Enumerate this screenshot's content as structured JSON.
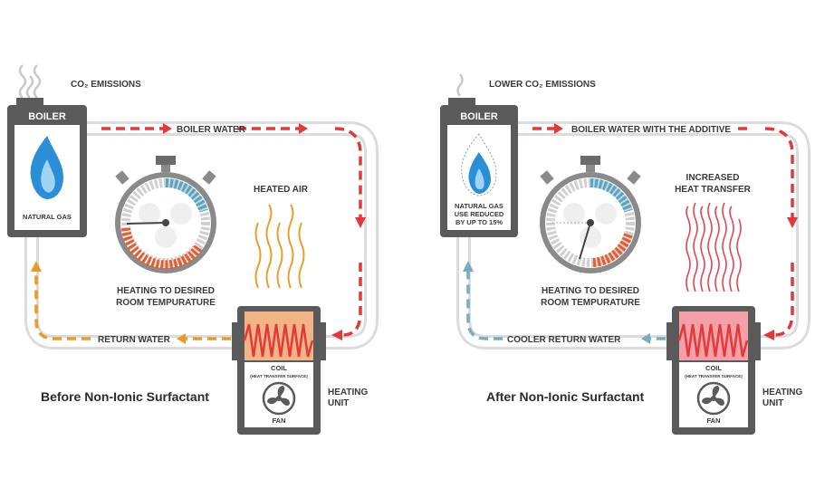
{
  "panels": [
    {
      "emissions": "CO₂ EMISSIONS",
      "boiler": "BOILER",
      "fuel": [
        "NATURAL GAS"
      ],
      "flow": "BOILER WATER",
      "air": [
        "HEATED AIR"
      ],
      "gauge_caption": [
        "HEATING TO DESIRED",
        "ROOM TEMPURATURE"
      ],
      "return": "RETURN WATER",
      "coil": "COIL",
      "coil_sub": "(HEAT TRANSFER SURFACE)",
      "fan": "FAN",
      "unit": [
        "HEATING",
        "UNIT"
      ],
      "title": "Before Non-Ionic Surfactant"
    },
    {
      "emissions": "LOWER CO₂ EMISSIONS",
      "boiler": "BOILER",
      "fuel": [
        "NATURAL GAS",
        "USE REDUCED",
        "BY UP TO 15%"
      ],
      "flow": "BOILER WATER WITH THE ADDITIVE",
      "air": [
        "INCREASED",
        "HEAT TRANSFER"
      ],
      "gauge_caption": [
        "HEATING TO DESIRED",
        "ROOM TEMPURATURE"
      ],
      "return": "COOLER RETURN WATER",
      "coil": "COIL",
      "coil_sub": "(HEAT TRANSFER SURFACE)",
      "fan": "FAN",
      "unit": [
        "HEATING",
        "UNIT"
      ],
      "title": "After Non-Ionic Surfactant"
    }
  ],
  "colors": {
    "pipe": "#dcdcdc",
    "boiler_dark": "#5a5a5a",
    "hot_arrow": "#e23a3a",
    "return_before": "#e89b2a",
    "return_after": "#74aebf",
    "flame": "#2b8fd8",
    "coil_before": "#f0b487",
    "coil_after": "#f4a0a8",
    "spring": "#e23a3a",
    "air_before": "#e6a02c",
    "air_after": "#e2454f"
  },
  "icons": [
    "steam-icon",
    "flame-icon",
    "stopwatch-icon",
    "fan-icon",
    "coil-icon",
    "arrow-icon"
  ]
}
